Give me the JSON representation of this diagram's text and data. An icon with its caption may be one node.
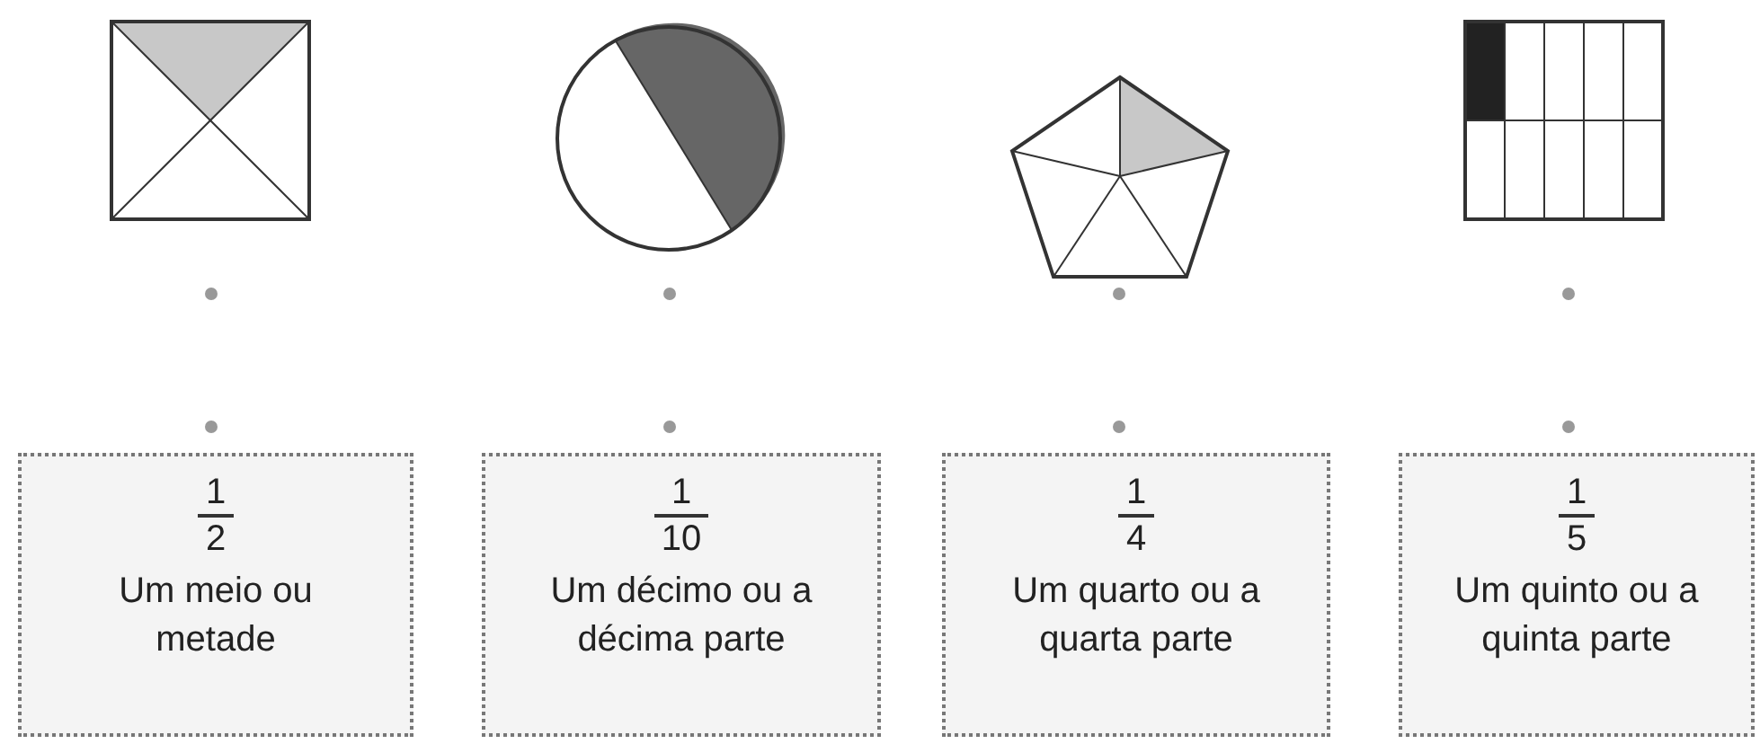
{
  "diagram": {
    "nodes": [
      {
        "text": [
          "1",
          "2",
          "Um meio ou metade"
        ]
      },
      {
        "text": [
          "1",
          "10",
          "Um décimo ou a décima parte"
        ]
      },
      {
        "text": [
          "1",
          "4",
          "Um quarto ou a quarta parte"
        ]
      },
      {
        "text": [
          "1",
          "5",
          "Um quinto ou a quinta parte"
        ]
      }
    ]
  }
}
